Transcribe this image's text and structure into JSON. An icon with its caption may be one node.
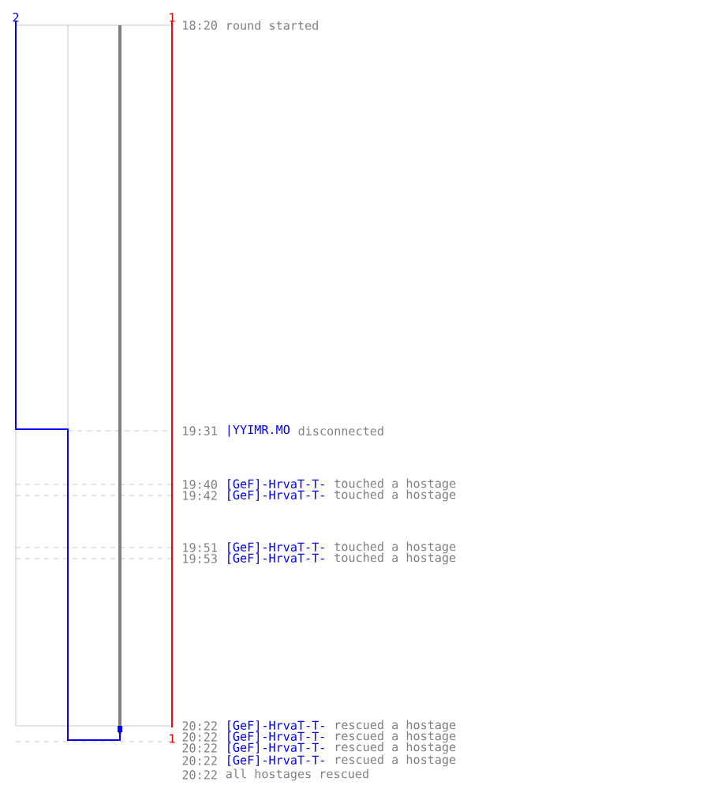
{
  "diagram": {
    "labels": [
      "2",
      "1",
      "18:20",
      "round started",
      "19:31",
      "|YYIMR.MO",
      "disconnected",
      "19:40",
      "[GeF]-HrvaT-T-",
      "touched a hostage",
      "19:42",
      "[GeF]-HrvaT-T-",
      "touched a hostage",
      "19:51",
      "[GeF]-HrvaT-T-",
      "touched a hostage",
      "19:53",
      "[GeF]-HrvaT-T-",
      "touched a hostage",
      "20:22",
      "[GeF]-HrvaT-T-",
      "rescued a hostage",
      "1",
      "20:22",
      "[GeF]-HrvaT-T-",
      "rescued a hostage",
      "20:22",
      "[GeF]-HrvaT-T-",
      "rescued a hostage",
      "20:22",
      "[GeF]-HrvaT-T-",
      "rescued a hostage",
      "20:22",
      "all hostages rescued"
    ]
  }
}
